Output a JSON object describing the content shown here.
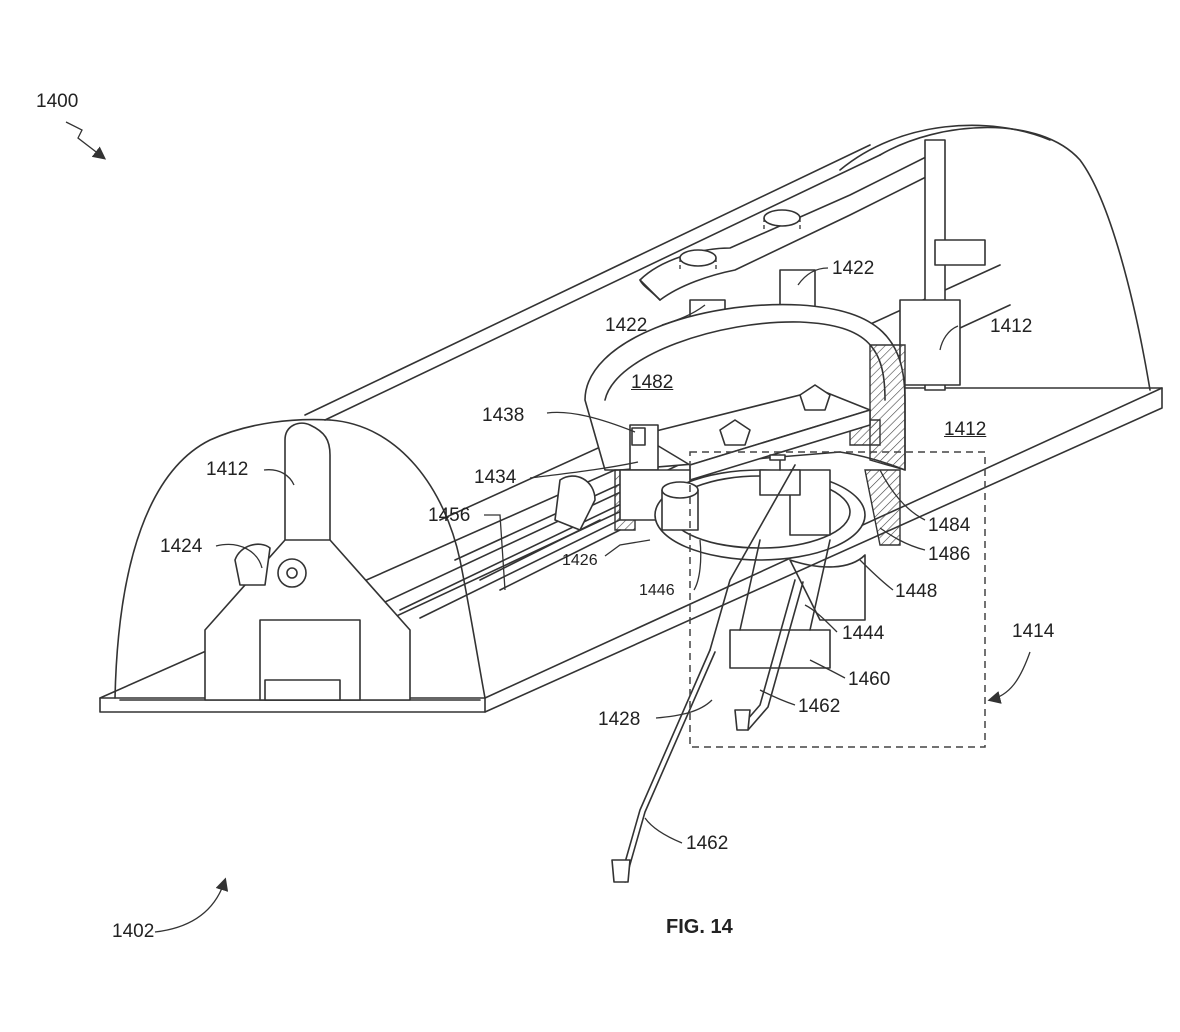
{
  "figure": {
    "caption": "FIG. 14",
    "labels": {
      "l1400": "1400",
      "l1402": "1402",
      "l1412a": "1412",
      "l1412b": "1412",
      "l1412c": "1412",
      "l1414": "1414",
      "l1422a": "1422",
      "l1422b": "1422",
      "l1424": "1424",
      "l1426": "1426",
      "l1428": "1428",
      "l1434": "1434",
      "l1438": "1438",
      "l1444": "1444",
      "l1446": "1446",
      "l1448": "1448",
      "l1456": "1456",
      "l1460": "1460",
      "l1462a": "1462",
      "l1462b": "1462",
      "l1482": "1482",
      "l1484": "1484",
      "l1486": "1486"
    }
  }
}
